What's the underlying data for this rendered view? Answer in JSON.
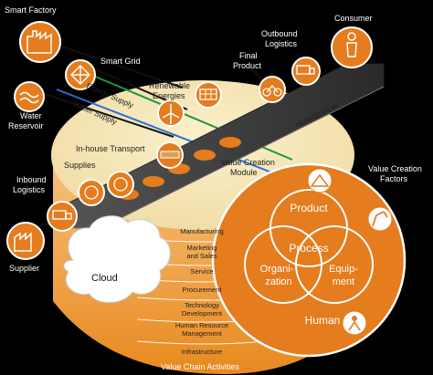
{
  "labels": {
    "smart_factory": "Smart Factory",
    "smart_grid": "Smart Grid",
    "water_reservoir": [
      "Water",
      "Reservoir"
    ],
    "inbound_logistics": [
      "Inbound",
      "Logistics"
    ],
    "supplier": "Supplier",
    "outbound_logistics": [
      "Outbound",
      "Logistics"
    ],
    "consumer": "Consumer",
    "final_product": [
      "Final",
      "Product"
    ],
    "renewable_energies": [
      "Renewable",
      "Energies"
    ],
    "energy_supply": "Energy Supply",
    "water_supply": "Water Supply",
    "material_flow": "Material Flow",
    "inhouse_transport": "In-house Transport",
    "supplies": "Supplies",
    "value_creation_module": [
      "Value Creation",
      "Module"
    ],
    "value_creation_factors": [
      "Value Creation",
      "Factors"
    ],
    "cloud": "Cloud",
    "value_chain_activities": "Value Chain Activities"
  },
  "factors": {
    "product": "Product",
    "process": "Process",
    "organization": [
      "Organi-",
      "zation"
    ],
    "equipment": [
      "Equip-",
      "ment"
    ],
    "human": "Human"
  },
  "activities": [
    [
      "Manufacturing"
    ],
    [
      "Marketing",
      "and Sales"
    ],
    [
      "Service"
    ],
    [
      "Procurement"
    ],
    [
      "Technology",
      "Development"
    ],
    [
      "Human Resource",
      "Management"
    ],
    [
      "Infrastructure"
    ]
  ],
  "icons": [
    "factory-icon",
    "grid-icon",
    "water-icon",
    "truck-icon",
    "ship-icon",
    "person-icon",
    "bicycle-icon",
    "solar-panel-icon",
    "wind-turbine-icon",
    "pallet-icon",
    "wheel-icon",
    "tent-icon",
    "robot-icon",
    "worker-icon"
  ],
  "colors": {
    "orange": "#e57c1e",
    "light_orange": "#f3b36c",
    "cream": "#f6e7b7",
    "belt": "#3a3a3a",
    "energy_line": "#1a9a3c",
    "water_line": "#2b6fd6"
  }
}
